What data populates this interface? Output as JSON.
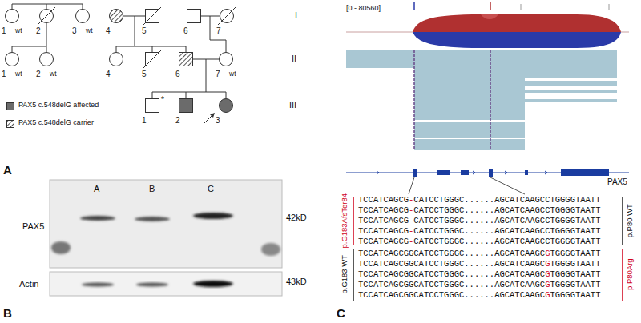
{
  "diagram": {
    "nodes": [
      {
        "text": [
          "1",
          "wt"
        ]
      },
      {
        "text": [
          "2"
        ]
      },
      {
        "text": [
          "3",
          "wt"
        ]
      },
      {
        "text": [
          "4"
        ]
      },
      {
        "text": [
          "5"
        ]
      },
      {
        "text": [
          "6"
        ]
      },
      {
        "text": [
          "7"
        ]
      },
      {
        "text": [
          "1",
          "wt"
        ]
      },
      {
        "text": [
          "2",
          "wt"
        ]
      },
      {
        "text": [
          "4"
        ]
      },
      {
        "text": [
          "5"
        ]
      },
      {
        "text": [
          "6"
        ]
      },
      {
        "text": [
          "7",
          "wt"
        ]
      },
      {
        "text": [
          "1",
          "*"
        ]
      },
      {
        "text": [
          "2"
        ]
      },
      {
        "text": [
          "3"
        ]
      }
    ],
    "edges": [
      {
        "from": 3,
        "to": 4,
        "arrow": "none"
      },
      {
        "from": 5,
        "to": 6,
        "arrow": "none"
      },
      {
        "from": 11,
        "to": 12,
        "arrow": "none"
      }
    ],
    "labels": [
      "I",
      "II",
      "III",
      "A",
      "A",
      "B",
      "C",
      "PAX5",
      "42kD",
      "Actin",
      "43kD",
      "B",
      "[0 - 80560]",
      "PAX5",
      "TCCATCAGCG-CATCCTGGGC......AGCATCAAGCCTGGGGTAATT",
      "TCCATCAGCG-CATCCTGGGC......AGCATCAAGCCTGGGGTAATT",
      "TCCATCAGCG-CATCCTGGGC......AGCATCAAGCCTGGGGTAATT",
      "TCCATCAGCG-CATCCTGGGC......AGCATCAAGCCTGGGGTAATT",
      "TCCATCAGCG-CATCCTGGGC......AGCATCAAGCCTGGGGTAATT",
      "TCCATCAGCGGCATCCTGGGC......AGCATCAAGCGTGGGGTAATT",
      "TCCATCAGCGGCATCCTGGGC......AGCATCAAGCGTGGGGTAATT",
      "TCCATCAGCGGCATCCTGGGC......AGCATCAAGCGTGGGGTAATT",
      "TCCATCAGCGGCATCCTGGGC......AGCATCAAGCGTGGGGTAATT",
      "TCCATCAGCGGCATCCTGGGC......AGCATCAAGCGTGGGGTAATT",
      "p.G183AfsTer84",
      "p.P80 WT",
      "p.G183 WT",
      "p.P80Arg",
      "C"
    ],
    "legend": [
      {
        "text": "PAX5 c.548delG affected",
        "color": "#6b6b6b"
      },
      {
        "text": "PAX5 c.548delG carrier"
      }
    ]
  }
}
